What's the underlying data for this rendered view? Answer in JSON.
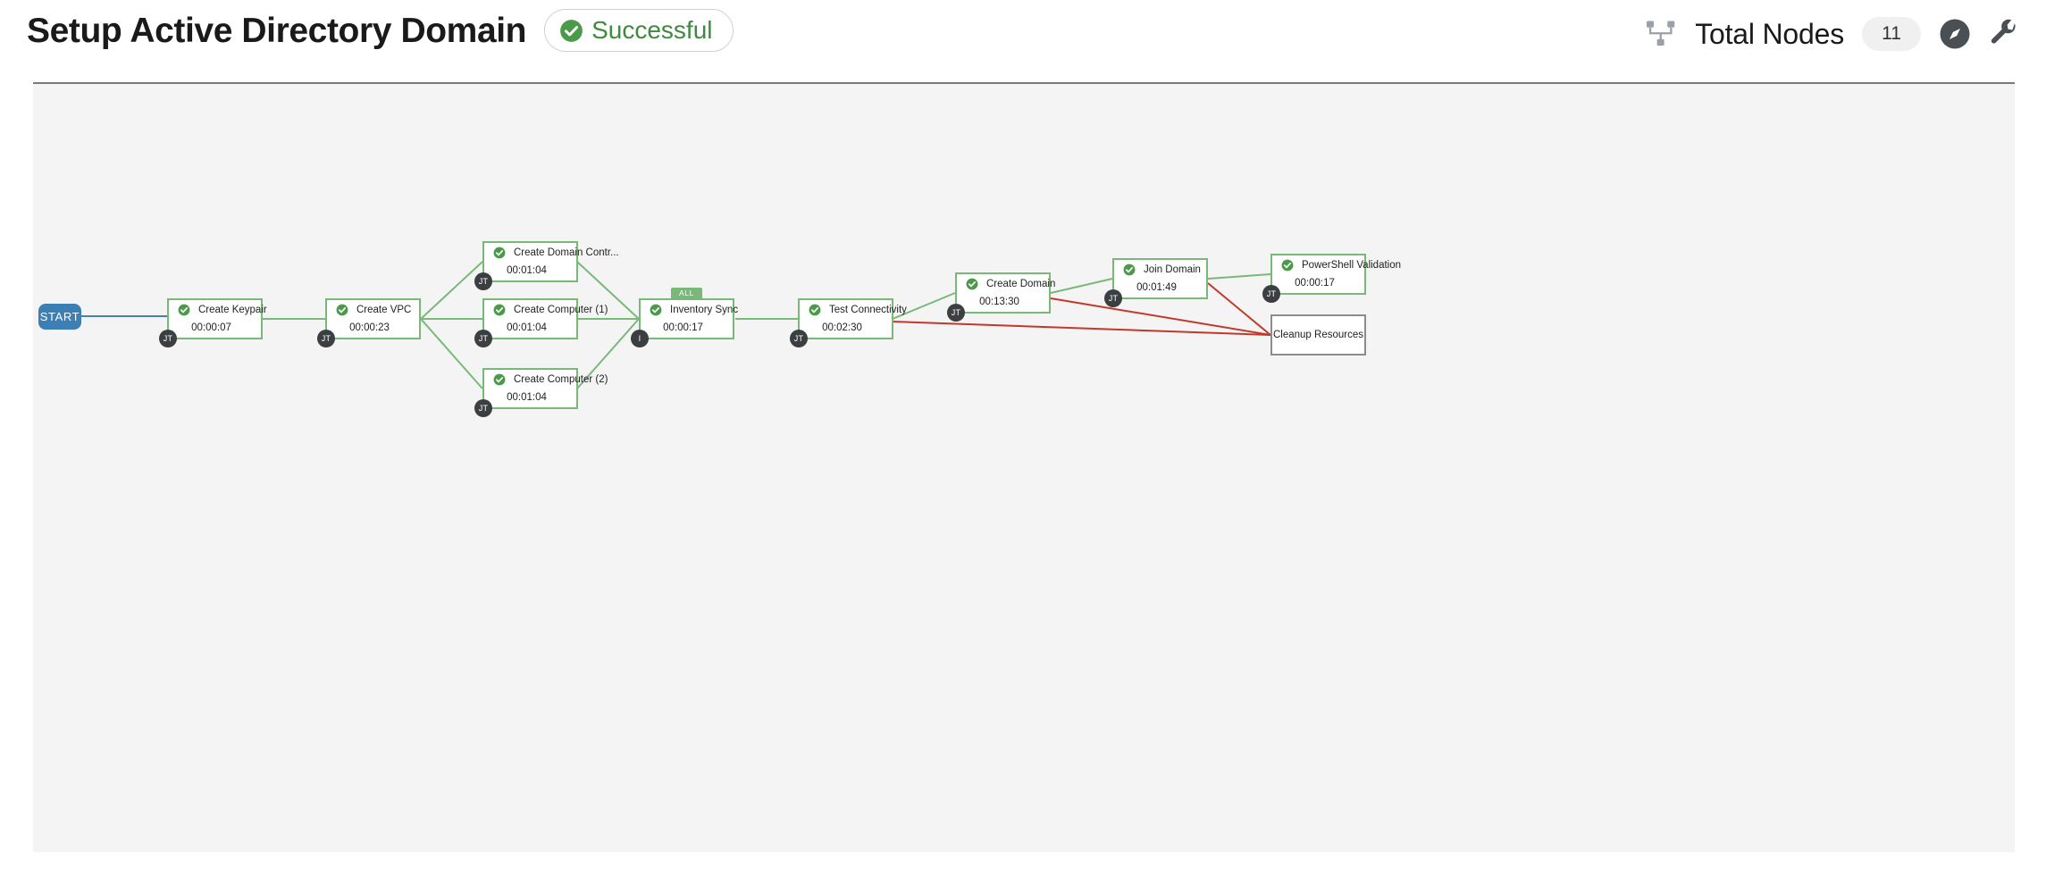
{
  "header": {
    "title": "Setup Active Directory Domain",
    "status": {
      "label": "Successful",
      "icon": "check-circle-icon",
      "color": "#3f8a3f"
    },
    "total_nodes_label": "Total Nodes",
    "total_nodes_count": "11",
    "icons": [
      "sitemap-icon",
      "compass-icon",
      "wrench-icon"
    ]
  },
  "canvas": {
    "background": "#f4f4f4",
    "start": {
      "label": "START",
      "color": "#3b7fb5"
    },
    "edge_colors": {
      "start": "#4a7fb5",
      "success": "#7ab87a",
      "failure": "#c0392b"
    },
    "nodes": [
      {
        "id": "create-keypair",
        "title": "Create Keypair",
        "time": "00:00:07",
        "status": "success",
        "badge": "JT",
        "tag": null
      },
      {
        "id": "create-vpc",
        "title": "Create VPC",
        "time": "00:00:23",
        "status": "success",
        "badge": "JT",
        "tag": null
      },
      {
        "id": "create-domain-controller",
        "title": "Create Domain Contr...",
        "time": "00:01:04",
        "status": "success",
        "badge": "JT",
        "tag": null
      },
      {
        "id": "create-computer-1",
        "title": "Create Computer (1)",
        "time": "00:01:04",
        "status": "success",
        "badge": "JT",
        "tag": null
      },
      {
        "id": "create-computer-2",
        "title": "Create Computer (2)",
        "time": "00:01:04",
        "status": "success",
        "badge": "JT",
        "tag": null
      },
      {
        "id": "inventory-sync",
        "title": "Inventory Sync",
        "time": "00:00:17",
        "status": "success",
        "badge": "I",
        "tag": "ALL"
      },
      {
        "id": "test-connectivity",
        "title": "Test Connectivity",
        "time": "00:02:30",
        "status": "success",
        "badge": "JT",
        "tag": null
      },
      {
        "id": "create-domain",
        "title": "Create Domain",
        "time": "00:13:30",
        "status": "success",
        "badge": "JT",
        "tag": null
      },
      {
        "id": "join-domain",
        "title": "Join Domain",
        "time": "00:01:49",
        "status": "success",
        "badge": "JT",
        "tag": null
      },
      {
        "id": "powershell-validation",
        "title": "PowerShell Validation",
        "time": "00:00:17",
        "status": "success",
        "badge": "JT",
        "tag": null
      },
      {
        "id": "cleanup-resources",
        "title": "Cleanup Resources",
        "time": "",
        "status": "pending",
        "badge": null,
        "tag": null
      }
    ]
  }
}
